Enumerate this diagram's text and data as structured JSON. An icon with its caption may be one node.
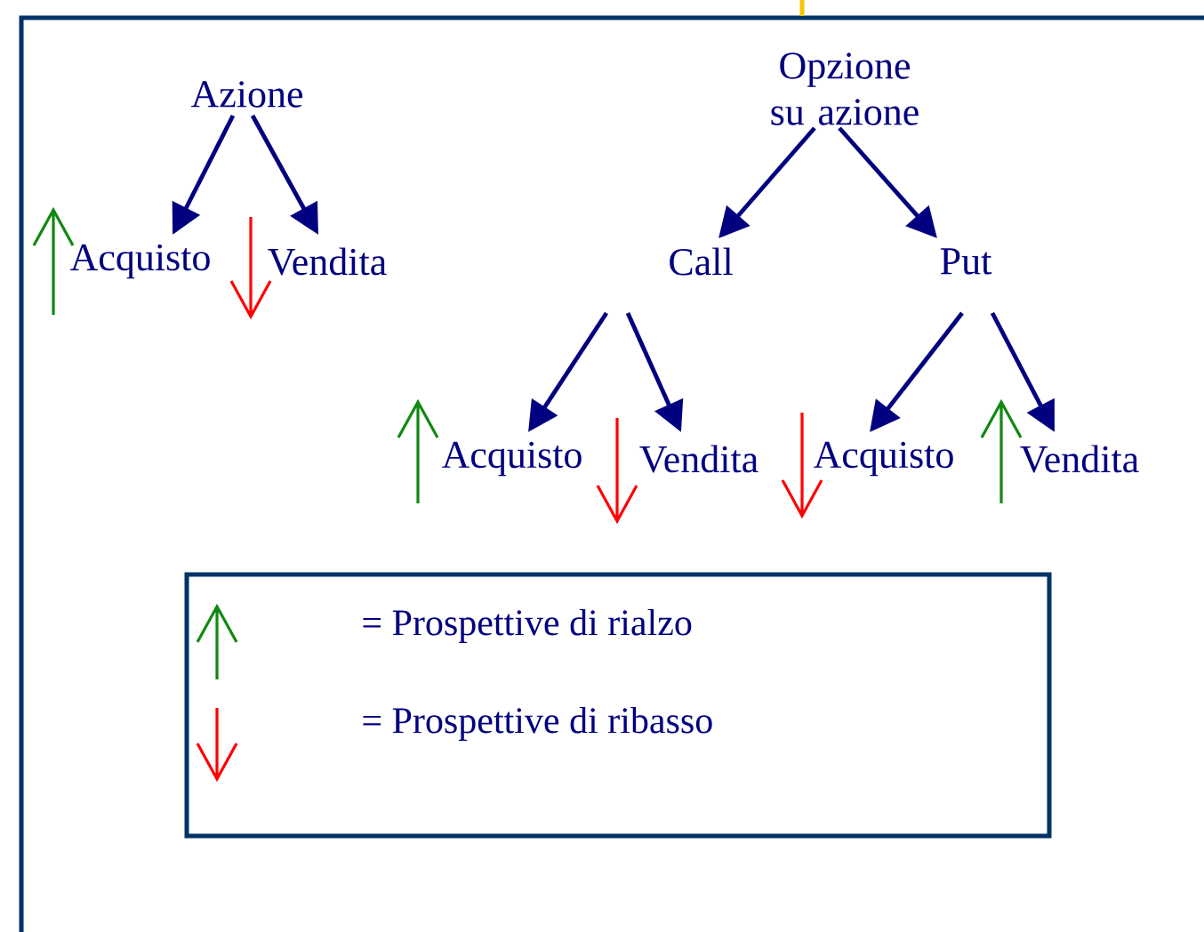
{
  "diagram": {
    "nodes": [
      {
        "text": [
          "Azione"
        ]
      },
      {
        "text": [
          "Acquisto"
        ]
      },
      {
        "text": [
          "Vendita"
        ]
      },
      {
        "text": [
          "Opzione su azione"
        ]
      },
      {
        "text": [
          "Call"
        ]
      },
      {
        "text": [
          "Put"
        ]
      },
      {
        "text": [
          "Acquisto"
        ]
      },
      {
        "text": [
          "Vendita"
        ]
      },
      {
        "text": [
          "Acquisto"
        ]
      },
      {
        "text": [
          "Vendita"
        ]
      }
    ],
    "edges": [
      {
        "from": 0,
        "to": 1,
        "arrow": "to"
      },
      {
        "from": 0,
        "to": 2,
        "arrow": "to"
      },
      {
        "from": 3,
        "to": 4,
        "arrow": "to"
      },
      {
        "from": 3,
        "to": 5,
        "arrow": "to"
      },
      {
        "from": 4,
        "to": 6,
        "arrow": "to"
      },
      {
        "from": 4,
        "to": 7,
        "arrow": "to"
      },
      {
        "from": 5,
        "to": 8,
        "arrow": "to"
      },
      {
        "from": 5,
        "to": 9,
        "arrow": "to"
      }
    ],
    "legend": [
      {
        "text": "= Prospettive di rialzo"
      },
      {
        "text": "= Prospettive di ribasso"
      }
    ]
  }
}
